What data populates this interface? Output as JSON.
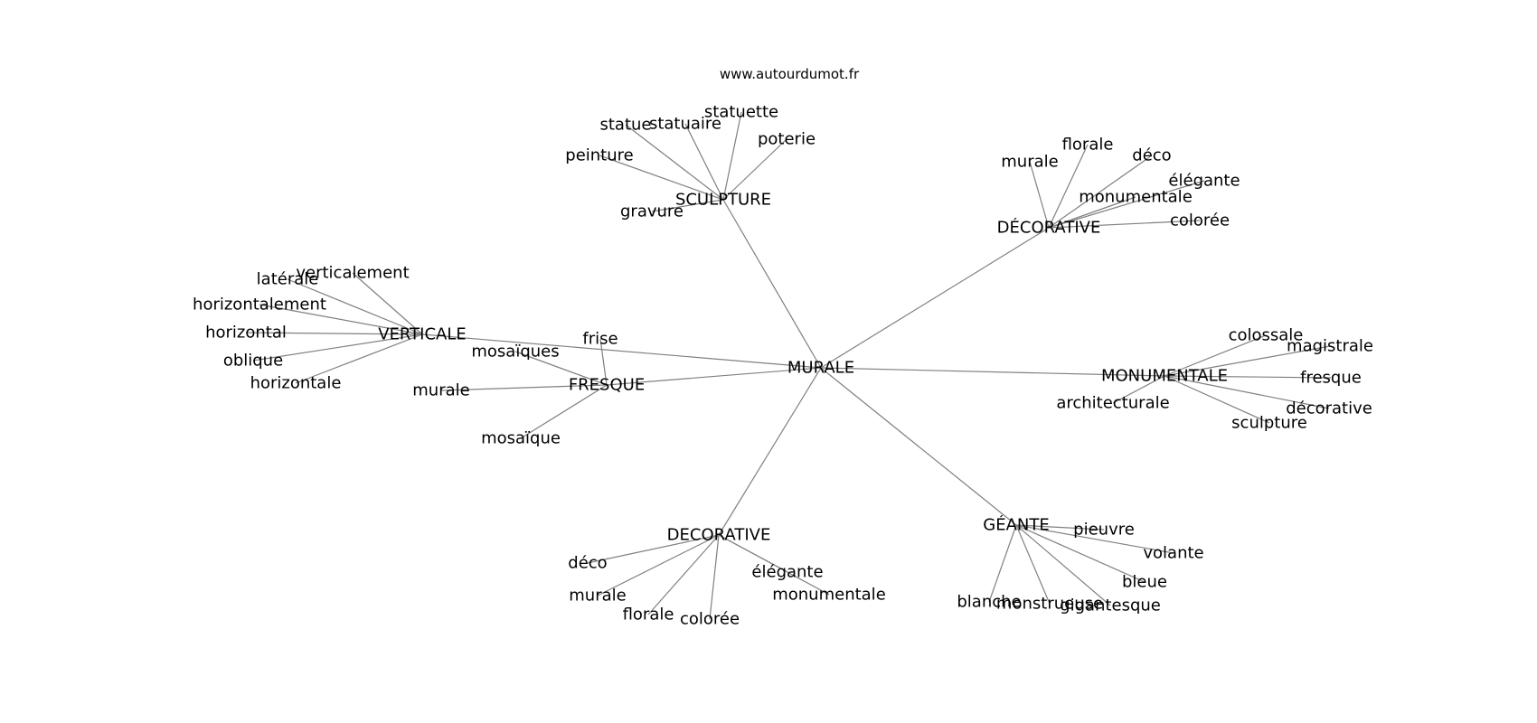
{
  "credit": "www.autourdumot.fr",
  "graph": {
    "center": {
      "id": "murale",
      "label": "MURALE"
    },
    "hubs": [
      {
        "id": "sculpture",
        "label": "SCULPTURE",
        "leaves": [
          "statue",
          "statuaire",
          "statuette",
          "poterie",
          "peinture",
          "gravure"
        ]
      },
      {
        "id": "decorative-acc",
        "label": "DÉCORATIVE",
        "leaves": [
          "murale",
          "florale",
          "déco",
          "élégante",
          "monumentale",
          "colorée"
        ]
      },
      {
        "id": "verticale",
        "label": "VERTICALE",
        "leaves": [
          "verticalement",
          "latérale",
          "horizontalement",
          "horizontal",
          "oblique",
          "horizontale"
        ]
      },
      {
        "id": "fresque",
        "label": "FRESQUE",
        "leaves": [
          "frise",
          "mosaïques",
          "murale",
          "mosaïque"
        ]
      },
      {
        "id": "monumentale",
        "label": "MONUMENTALE",
        "leaves": [
          "colossale",
          "magistrale",
          "fresque",
          "décorative",
          "sculpture",
          "architecturale"
        ]
      },
      {
        "id": "decorative",
        "label": "DECORATIVE",
        "leaves": [
          "déco",
          "murale",
          "florale",
          "colorée",
          "élégante",
          "monumentale"
        ]
      },
      {
        "id": "geante",
        "label": "GÉANTE",
        "leaves": [
          "pieuvre",
          "volante",
          "bleue",
          "gigantesque",
          "monstrueuse",
          "blanche"
        ]
      }
    ]
  }
}
